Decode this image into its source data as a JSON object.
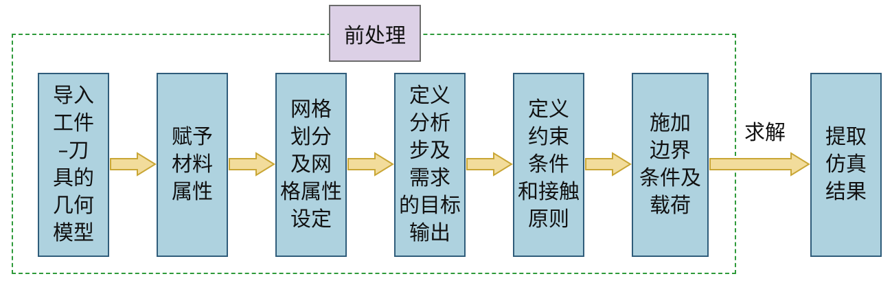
{
  "pre_label": "前处理",
  "solve_label": "求解",
  "colors": {
    "box_fill": "#aed2df",
    "box_border": "#2f5c7a",
    "arrow_fill": "#f2dc9b",
    "arrow_stroke": "#c9a635",
    "dashed_border": "#2e9a3a",
    "pre_fill": "#dcd0e6"
  },
  "steps": [
    {
      "lines": [
        "导入",
        "工件",
        "–刀",
        "具的",
        "几何",
        "模型"
      ]
    },
    {
      "lines": [
        "赋予",
        "材料",
        "属性"
      ]
    },
    {
      "lines": [
        "网格",
        "划分",
        "及网",
        "格属性",
        "设定"
      ]
    },
    {
      "lines": [
        "定义",
        "分析",
        "步及",
        "需求",
        "的目标",
        "输出"
      ]
    },
    {
      "lines": [
        "定义",
        "约束",
        "条件",
        "和接触",
        "原则"
      ]
    },
    {
      "lines": [
        "施加",
        "边界",
        "条件及",
        "载荷"
      ]
    },
    {
      "lines": [
        "提取",
        "仿真",
        "结果"
      ]
    }
  ]
}
